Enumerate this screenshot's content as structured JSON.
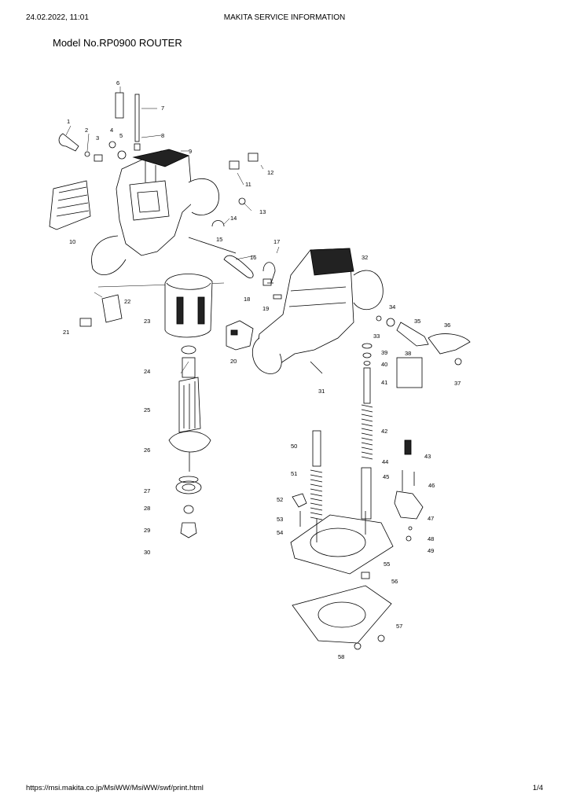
{
  "header": {
    "datetime": "24.02.2022, 11:01",
    "source": "MAKITA SERVICE INFORMATION"
  },
  "title": "Model No.RP0900 ROUTER",
  "footer": {
    "url": "https://msi.makita.co.jp/MsiWW/MsiWW/swf/print.html",
    "page": "1/4"
  },
  "part_numbers": [
    "1",
    "2",
    "3",
    "4",
    "5",
    "6",
    "7",
    "8",
    "9",
    "10",
    "11",
    "12",
    "13",
    "14",
    "15",
    "16",
    "17",
    "18",
    "19",
    "20",
    "21",
    "22",
    "23",
    "24",
    "25",
    "26",
    "27",
    "28",
    "29",
    "30",
    "31",
    "32",
    "33",
    "34",
    "35",
    "36",
    "37",
    "38",
    "39",
    "40",
    "41",
    "42",
    "43",
    "44",
    "45",
    "46",
    "47",
    "48",
    "49",
    "50",
    "51",
    "52",
    "53",
    "54",
    "55",
    "56",
    "57",
    "58"
  ]
}
